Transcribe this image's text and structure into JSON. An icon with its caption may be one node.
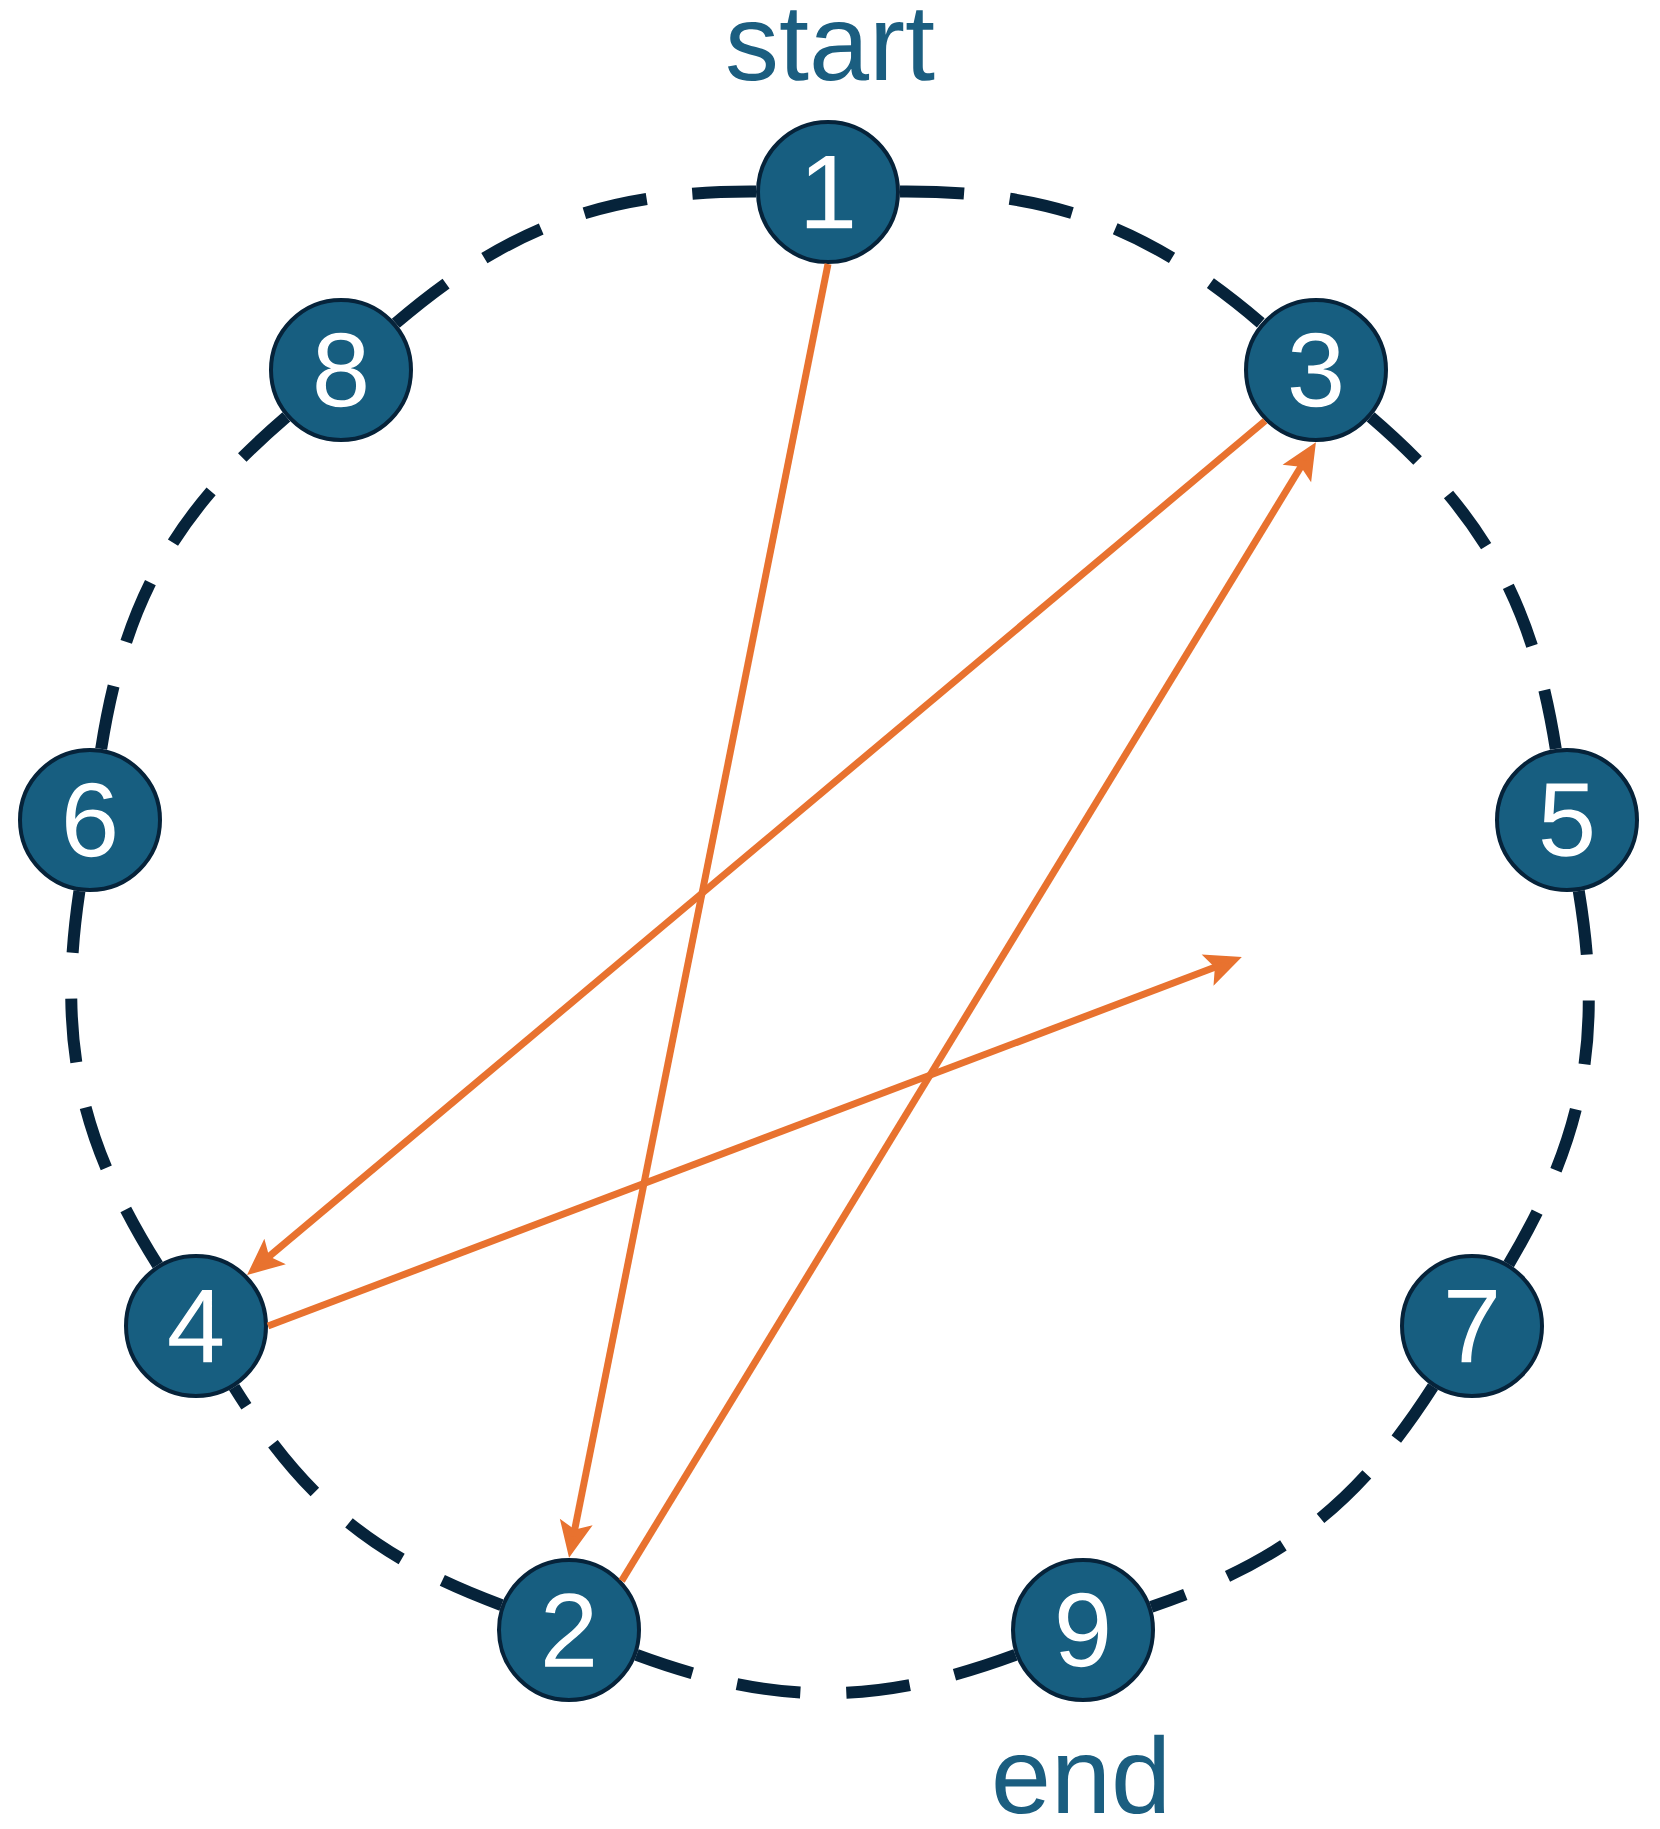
{
  "diagram": {
    "nodes": [
      {
        "text": [
          "1"
        ],
        "beside": [
          "start"
        ]
      },
      {
        "text": [
          "2"
        ]
      },
      {
        "text": [
          "3"
        ]
      },
      {
        "text": [
          "4"
        ]
      },
      {
        "text": [
          "5"
        ]
      },
      {
        "text": [
          "6"
        ]
      },
      {
        "text": [
          "7"
        ]
      },
      {
        "text": [
          "8"
        ]
      },
      {
        "text": [
          "9"
        ],
        "beside": [
          "end"
        ]
      }
    ],
    "edges": [
      {
        "from": 0,
        "to": 2,
        "arrow": "none",
        "style": "dashed"
      },
      {
        "from": 2,
        "to": 4,
        "arrow": "none",
        "style": "dashed"
      },
      {
        "from": 4,
        "to": 6,
        "arrow": "none",
        "style": "dashed"
      },
      {
        "from": 6,
        "to": 8,
        "arrow": "none",
        "style": "dashed"
      },
      {
        "from": 8,
        "to": 1,
        "arrow": "none",
        "style": "dashed"
      },
      {
        "from": 1,
        "to": 3,
        "arrow": "none",
        "style": "dashed"
      },
      {
        "from": 3,
        "to": 5,
        "arrow": "none",
        "style": "dashed"
      },
      {
        "from": 5,
        "to": 7,
        "arrow": "none",
        "style": "dashed"
      },
      {
        "from": 7,
        "to": 0,
        "arrow": "none",
        "style": "dashed"
      },
      {
        "from": 0,
        "to": 1,
        "arrow": "to",
        "color": "#e8722f"
      },
      {
        "from": 2,
        "to": 3,
        "arrow": "to",
        "color": "#e8722f"
      },
      {
        "from": 1,
        "to": 2,
        "arrow": "to",
        "color": "#e8722f"
      },
      {
        "from": 3,
        "to": null,
        "arrow": "to",
        "color": "#e8722f"
      }
    ]
  }
}
